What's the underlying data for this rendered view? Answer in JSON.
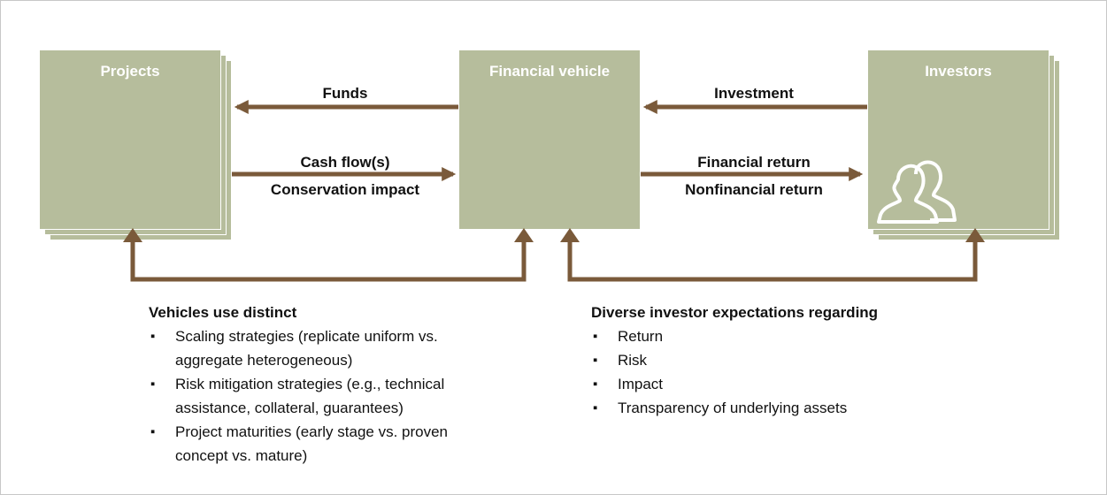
{
  "boxes": {
    "projects": "Projects",
    "vehicle": "Financial vehicle",
    "investors": "Investors"
  },
  "flows": {
    "funds": "Funds",
    "cash_flow": "Cash flow(s)",
    "conservation": "Conservation impact",
    "investment": "Investment",
    "financial_return": "Financial return",
    "nonfinancial_return": "Nonfinancial return"
  },
  "notes": {
    "left": {
      "title": "Vehicles use distinct",
      "items": [
        "Scaling strategies (replicate uniform vs. aggregate heterogeneous)",
        "Risk mitigation strategies (e.g., technical assistance, collateral, guarantees)",
        "Project maturities (early stage vs. proven concept vs. mature)"
      ]
    },
    "right": {
      "title": "Diverse investor expectations regarding",
      "items": [
        "Return",
        "Risk",
        "Impact",
        "Transparency of underlying assets"
      ]
    }
  },
  "colors": {
    "box": "#b6bd9c",
    "arrow": "#7a5a3a"
  },
  "icons": {
    "investors": "people-icon"
  }
}
